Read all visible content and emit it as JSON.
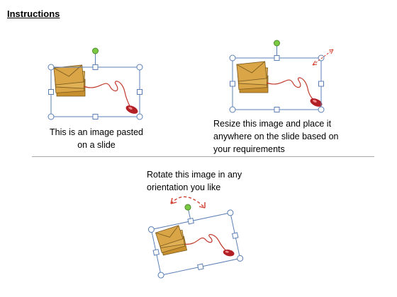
{
  "header": {
    "title": "Instructions"
  },
  "steps": [
    {
      "caption": "This is an image pasted on a slide"
    },
    {
      "caption": "Resize this image and place it anywhere on the slide based on your requirements"
    },
    {
      "caption": "Rotate this image in any orientation you like"
    }
  ],
  "colors": {
    "selection_border": "#5b7fb5",
    "handle_fill": "#ffffff",
    "rotate_handle": "#7ac943",
    "envelope": "#d9a547",
    "cable": "#c0392b",
    "arrow": "#d23c2c"
  },
  "icons": [
    "envelope-stack-icon",
    "computer-mouse-icon",
    "resize-arrow-icon",
    "rotate-arrow-icon"
  ]
}
